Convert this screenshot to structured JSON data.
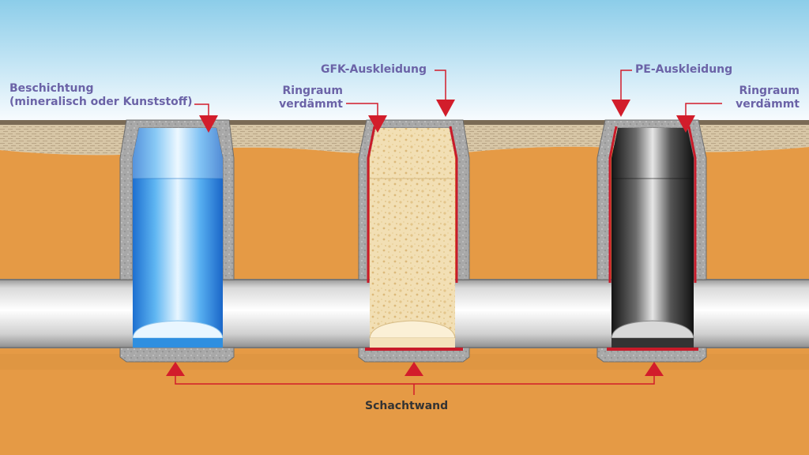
{
  "labels": {
    "coating_line1": "Beschichtung",
    "coating_line2": "(mineralisch oder Kunststoff)",
    "gfk_lining": "GFK-Auskleidung",
    "pe_lining": "PE-Auskleidung",
    "annulus_left_line1": "Ringraum",
    "annulus_left_line2": "verdämmt",
    "annulus_right_line1": "Ringraum",
    "annulus_right_line2": "verdämmt",
    "shaft_wall": "Schachtwand"
  },
  "colors": {
    "sky_top": "#8ecfe9",
    "sky_bottom": "#f6fbfe",
    "soil": "#e59a45",
    "soil_dark": "#d78d3c",
    "concrete": "#a9a9a9",
    "pipe_light": "#f2f2f2",
    "pipe_dark": "#b8b8b8",
    "arrow_red": "#d21d2b",
    "label_purple": "#6b63a7",
    "label_dark": "#333333",
    "coating_blue": "#2f8fe0",
    "gfk_beige": "#f1ddb0",
    "pe_black": "#2a2a2a"
  }
}
